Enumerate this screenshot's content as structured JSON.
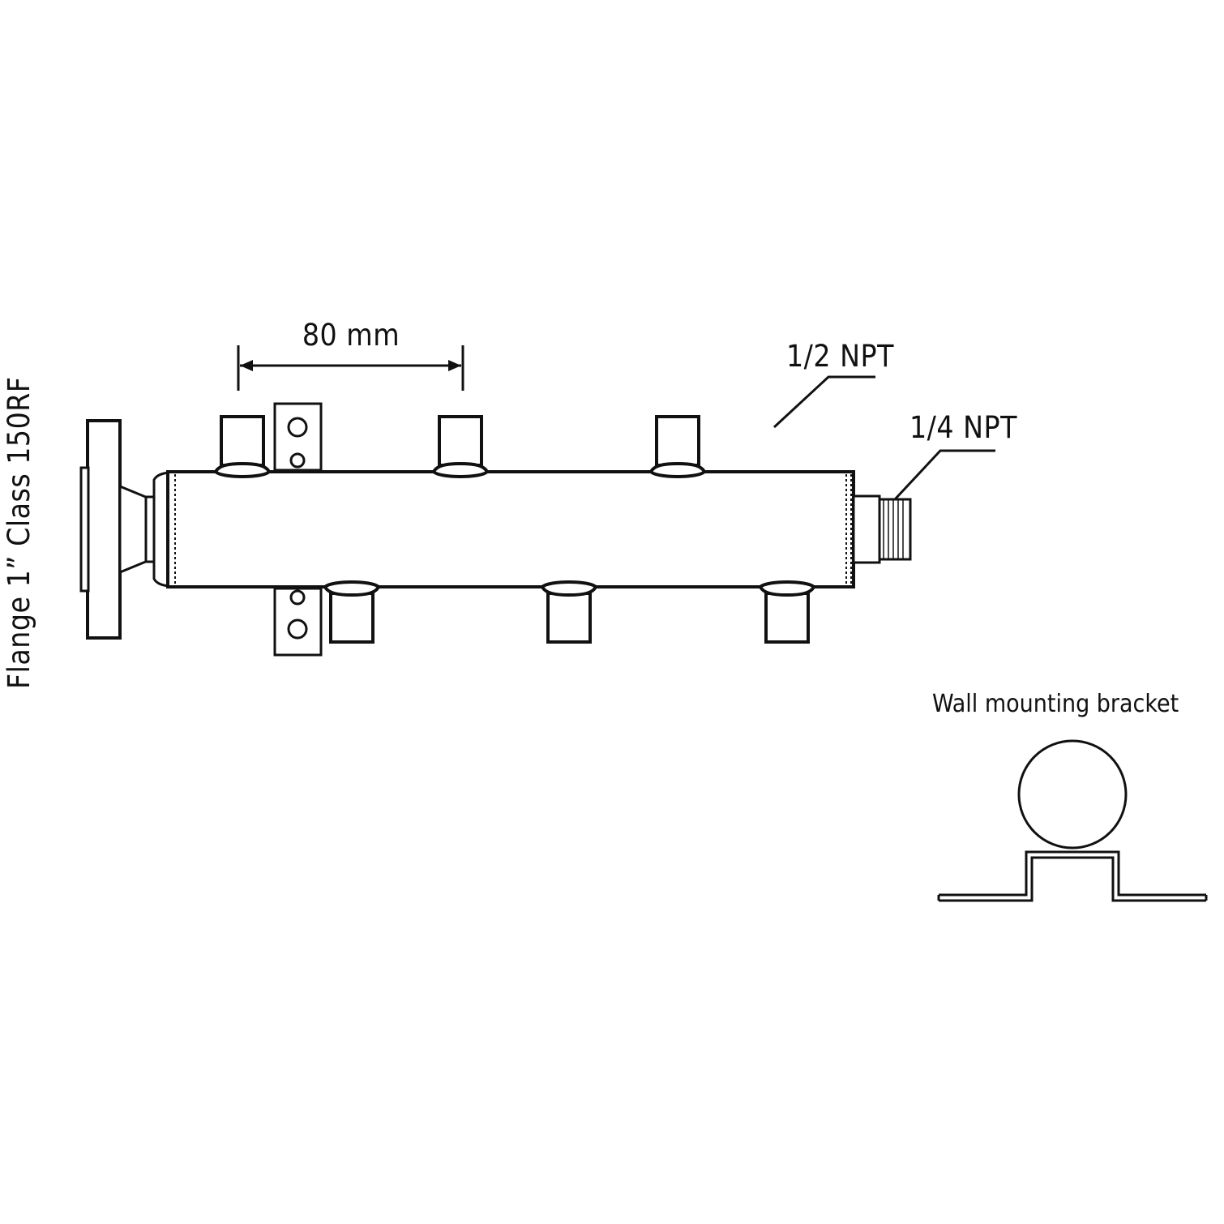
{
  "labels": {
    "flange": "Flange 1” Class 150RF",
    "spacing": "80 mm",
    "outlet_thread": "1/2 NPT",
    "end_thread": "1/4 NPT",
    "bracket_title": "Wall mounting bracket"
  },
  "colors": {
    "ink": "#111111",
    "background": "#ffffff"
  }
}
